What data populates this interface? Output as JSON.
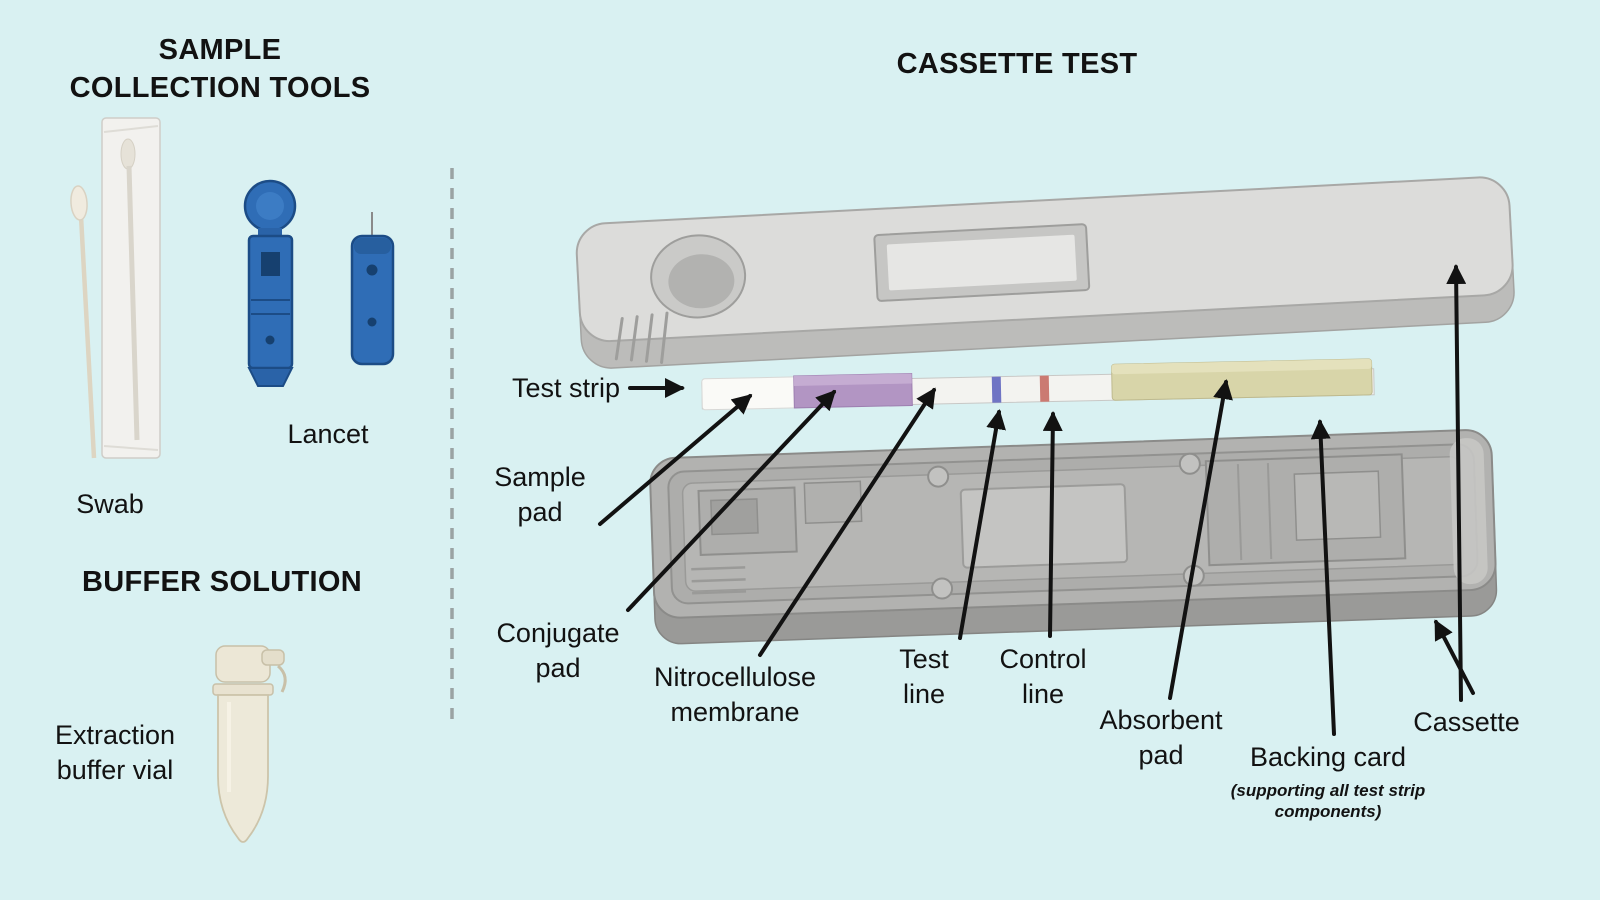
{
  "page": {
    "background_color": "#d9f1f2",
    "text_color": "#121212"
  },
  "sample_collection": {
    "heading": "SAMPLE COLLECTION TOOLS",
    "swab_label": "Swab",
    "lancet_label": "Lancet"
  },
  "buffer_solution": {
    "heading": "BUFFER SOLUTION",
    "vial_label": "Extraction buffer vial"
  },
  "cassette_test": {
    "heading": "CASSETTE TEST",
    "labels": {
      "test_strip": "Test strip",
      "sample_pad": "Sample pad",
      "conjugate_pad": "Conjugate pad",
      "nitrocellulose_membrane": "Nitrocellulose membrane",
      "test_line": "Test line",
      "control_line": "Control line",
      "absorbent_pad": "Absorbent pad",
      "backing_card": "Backing card",
      "backing_card_note": "(supporting all test strip components)",
      "cassette": "Cassette"
    }
  },
  "colors": {
    "lancet_blue": "#2f6db6",
    "cassette_gray": "#dcdcda",
    "cassette_base_gray": "#b2b2b0",
    "conjugate_pad_purple": "#b295c3",
    "test_line_blue": "#6f74c4",
    "control_line_red": "#cb7a72",
    "absorbent_pad_beige": "#d8d5a9"
  }
}
